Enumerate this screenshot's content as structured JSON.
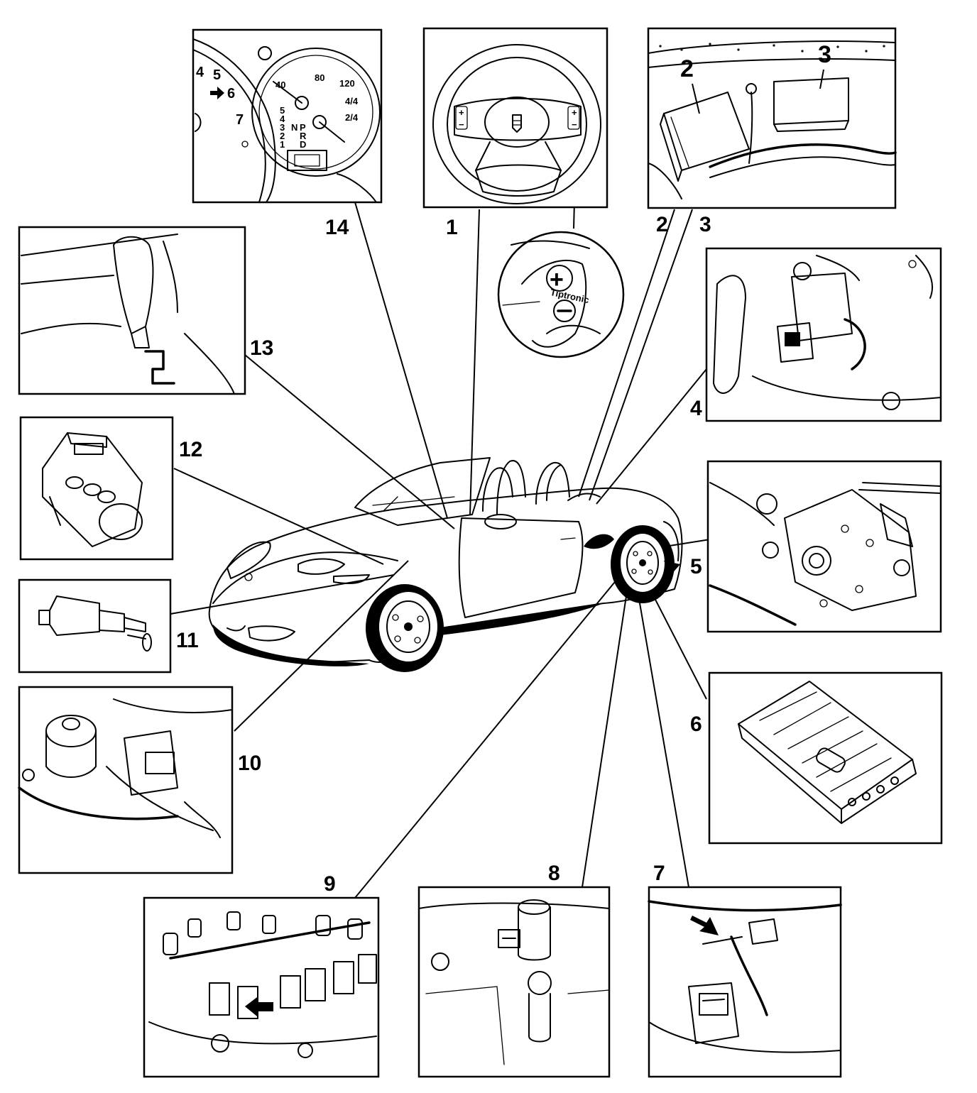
{
  "diagram": {
    "callouts": [
      "1",
      "2",
      "3",
      "4",
      "5",
      "6",
      "7",
      "8",
      "9",
      "10",
      "11",
      "12",
      "13",
      "14"
    ],
    "inset_labels": {
      "unit_2": "2",
      "unit_3": "3"
    },
    "gauges": {
      "rev_numerals": [
        "4",
        "5",
        "6",
        "7"
      ],
      "speed_numerals": [
        "40",
        "80",
        "120"
      ],
      "fuel_marks": [
        "4/4",
        "2/4"
      ],
      "gear_indicator": [
        "5",
        "4",
        "3",
        "2",
        "1",
        "N",
        "P",
        "R",
        "D"
      ]
    },
    "steering_button_word": "Tiptronic"
  }
}
